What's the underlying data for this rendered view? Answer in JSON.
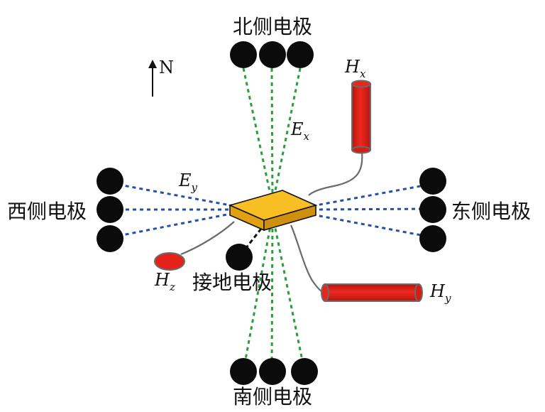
{
  "labels": {
    "north_electrodes": "北侧电极",
    "south_electrodes": "南侧电极",
    "west_electrodes": "西侧电极",
    "east_electrodes": "东侧电极",
    "ground_electrode": "接地电极",
    "north_arrow": "N"
  },
  "components": {
    "ex": {
      "main": "E",
      "sub": "x"
    },
    "ey": {
      "main": "E",
      "sub": "y"
    },
    "hx": {
      "main": "H",
      "sub": "x"
    },
    "hy": {
      "main": "H",
      "sub": "y"
    },
    "hz": {
      "main": "H",
      "sub": "z"
    }
  },
  "colors": {
    "electrode": "#0b0b0b",
    "ex_dipole_line": "#2a9e3a",
    "ey_dipole_line": "#2450a8",
    "recorder_box": "#f5b81c",
    "magnetometer": "#e2231a",
    "cable": "#6b6b6b"
  }
}
